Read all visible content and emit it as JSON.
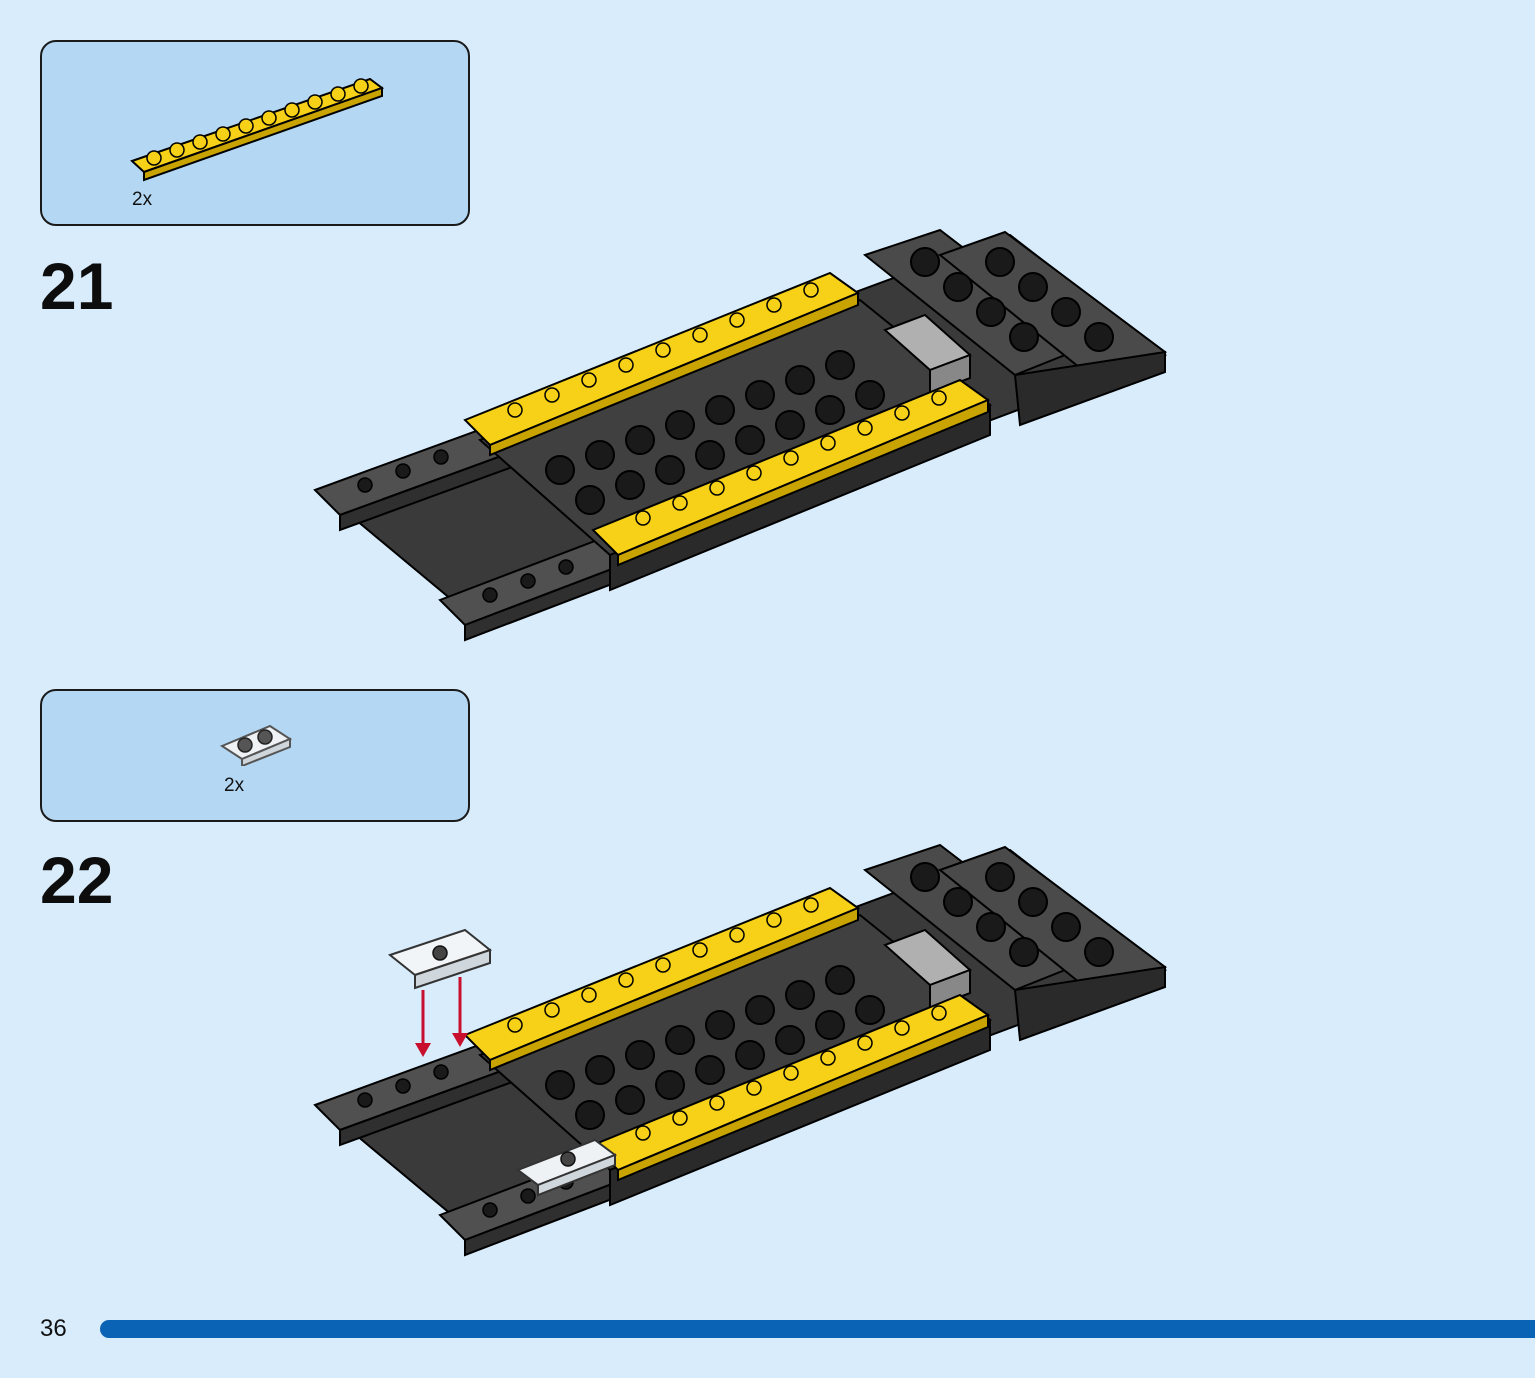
{
  "steps": [
    {
      "number": "21",
      "parts_list": [
        {
          "quantity": "2x",
          "part": "yellow-1x10-plate"
        }
      ]
    },
    {
      "number": "22",
      "parts_list": [
        {
          "quantity": "2x",
          "part": "transparent-1x2-plate"
        }
      ]
    }
  ],
  "page": {
    "number": "36"
  },
  "colors": {
    "background": "#d8ecfc",
    "parts_box": "#b4d8f4",
    "progress_bar": "#0a63b4",
    "yellow_part": "#f7d117",
    "dark_gray_part": "#4a4a4a",
    "light_gray_part": "#a8a8a8",
    "arrow": "#c8102e"
  },
  "icons": [
    "yellow-plate-icon",
    "transparent-plate-icon",
    "red-arrow-icon"
  ]
}
